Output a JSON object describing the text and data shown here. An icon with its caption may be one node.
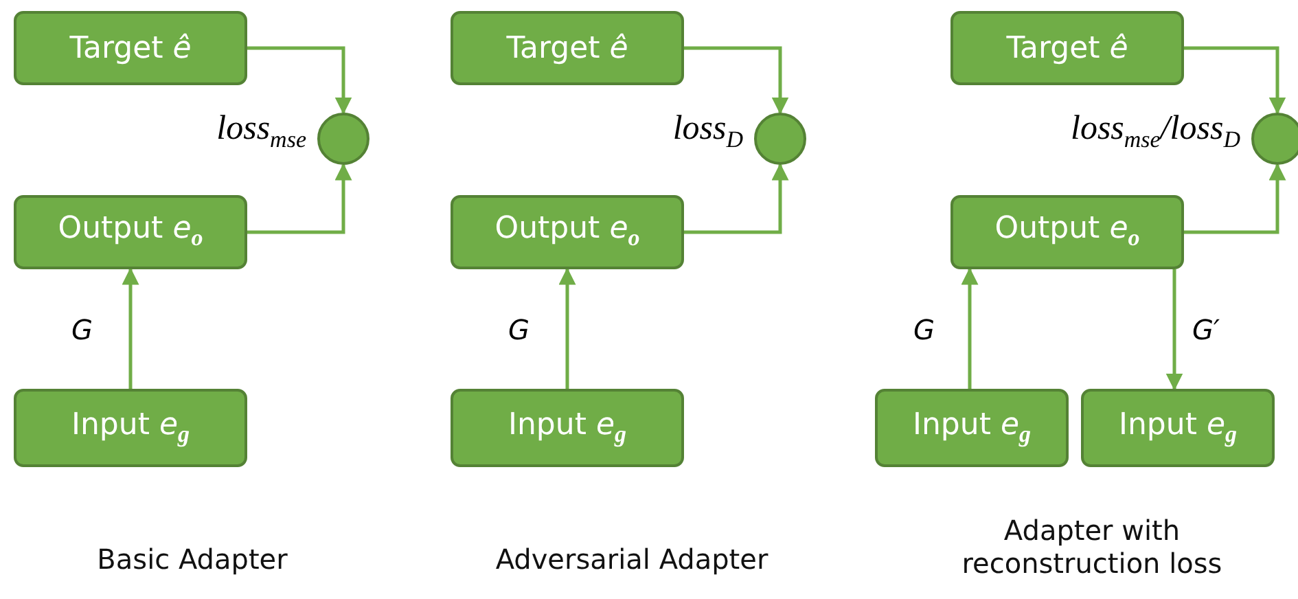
{
  "diagram": {
    "nodes": [
      {
        "text": [
          "Target *ê*"
        ]
      },
      {
        "text": [],
        "shape": "circle",
        "beside": [
          "loss$_{mse}$"
        ]
      },
      {
        "text": [
          "Output *e*$_{o}$"
        ]
      },
      {
        "text": [
          "Input *e*$_{g}$"
        ]
      },
      {
        "text": [
          "Target *ê*"
        ]
      },
      {
        "text": [],
        "shape": "circle",
        "beside": [
          "loss$_{D}$"
        ]
      },
      {
        "text": [
          "Output *e*$_{o}$"
        ]
      },
      {
        "text": [
          "Input *e*$_{g}$"
        ]
      },
      {
        "text": [
          "Target *ê*"
        ]
      },
      {
        "text": [],
        "shape": "circle",
        "beside": [
          "loss$_{mse}$/loss$_{D}$"
        ]
      },
      {
        "text": [
          "Output *e*$_{o}$"
        ]
      },
      {
        "text": [
          "Input *e*$_{g}$"
        ]
      },
      {
        "text": [
          "Input *e*$_{g}$"
        ]
      }
    ],
    "edges": [
      {
        "from": 0,
        "to": 1,
        "arrow": "to"
      },
      {
        "from": 2,
        "to": 1,
        "arrow": "to"
      },
      {
        "from": 3,
        "to": 2,
        "arrow": "to",
        "label": "G"
      },
      {
        "from": 4,
        "to": 5,
        "arrow": "to"
      },
      {
        "from": 6,
        "to": 5,
        "arrow": "to"
      },
      {
        "from": 7,
        "to": 6,
        "arrow": "to",
        "label": "G"
      },
      {
        "from": 8,
        "to": 9,
        "arrow": "to"
      },
      {
        "from": 10,
        "to": 9,
        "arrow": "to"
      },
      {
        "from": 11,
        "to": 10,
        "arrow": "to",
        "label": "G"
      },
      {
        "from": 10,
        "to": 12,
        "arrow": "to",
        "label": "G′"
      }
    ],
    "labels": [
      "Basic Adapter",
      "Adversarial Adapter",
      "Adapter with reconstruction loss"
    ]
  }
}
